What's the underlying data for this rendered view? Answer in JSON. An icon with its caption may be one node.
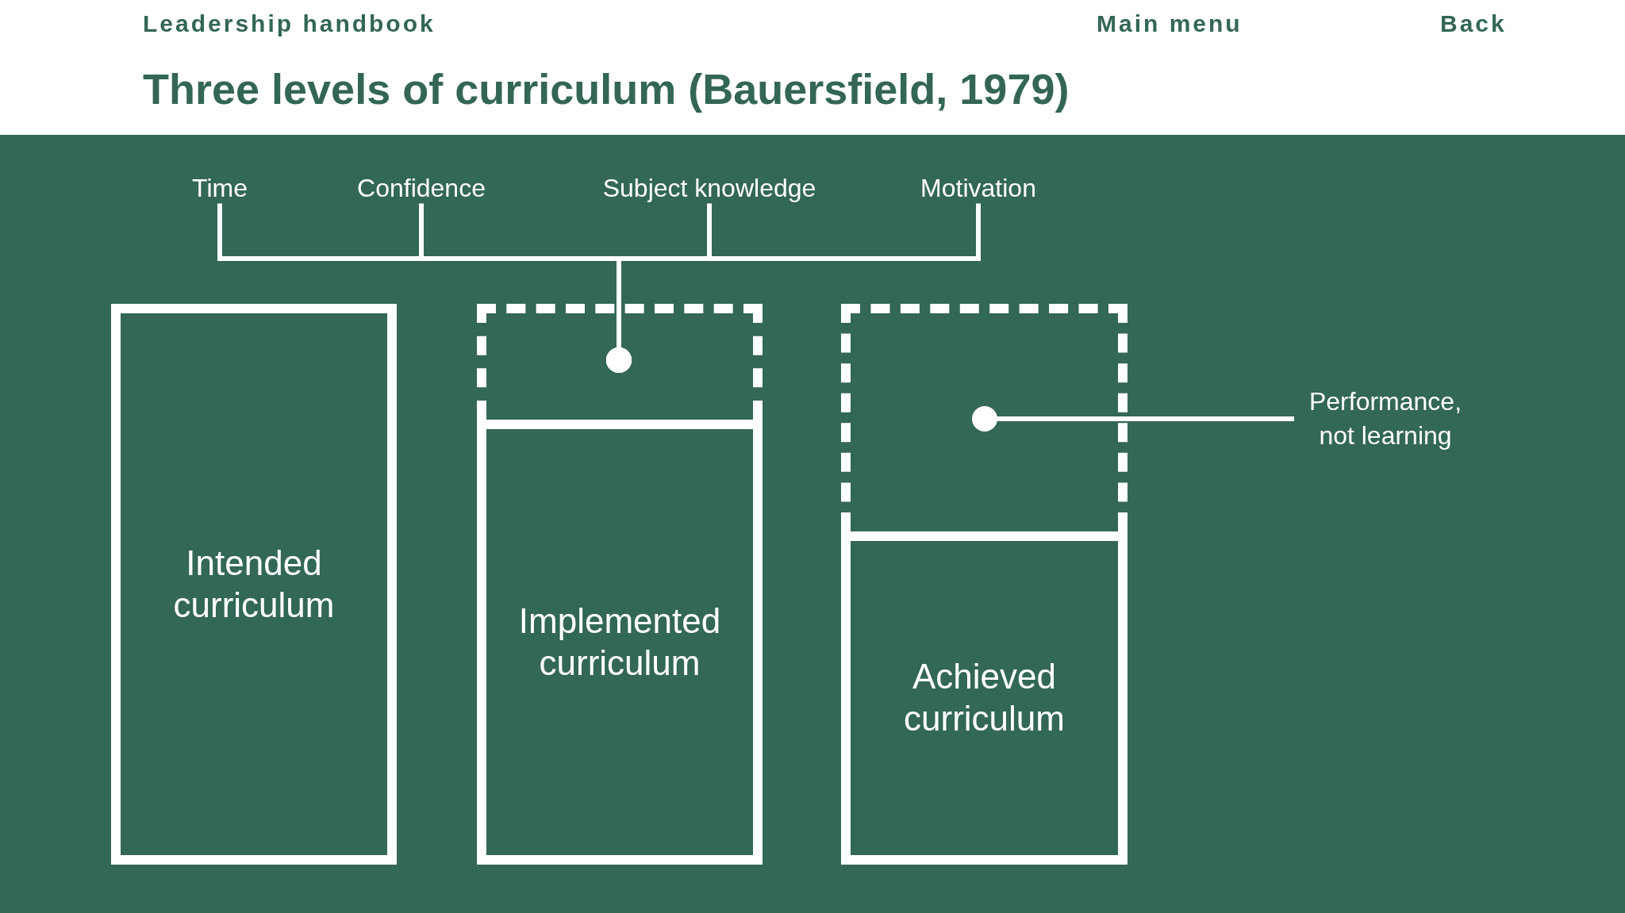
{
  "diagram": {
    "title": "Three levels of curriculum (Bauersfield, 1979)",
    "nodes": [
      {
        "text": [
          "Time"
        ]
      },
      {
        "text": [
          "Confidence"
        ]
      },
      {
        "text": [
          "Subject knowledge"
        ]
      },
      {
        "text": [
          "Motivation"
        ]
      },
      {
        "text": [
          "Intended curriculum"
        ]
      },
      {
        "text": [],
        "shape": "box"
      },
      {
        "text": [
          "Implemented curriculum"
        ]
      },
      {
        "text": [],
        "shape": "box"
      },
      {
        "text": [
          "Achieved curriculum"
        ]
      },
      {
        "text": [
          "Performance, not learning"
        ]
      }
    ],
    "edges": [
      {
        "from": 0,
        "to": 5,
        "arrow": "other"
      },
      {
        "from": 1,
        "to": 5,
        "arrow": "other"
      },
      {
        "from": 2,
        "to": 5,
        "arrow": "other"
      },
      {
        "from": 3,
        "to": 5,
        "arrow": "other"
      },
      {
        "from": 9,
        "to": 7,
        "arrow": "other"
      }
    ],
    "labels": [
      "Leadership handbook",
      "Main menu",
      "Back"
    ]
  }
}
